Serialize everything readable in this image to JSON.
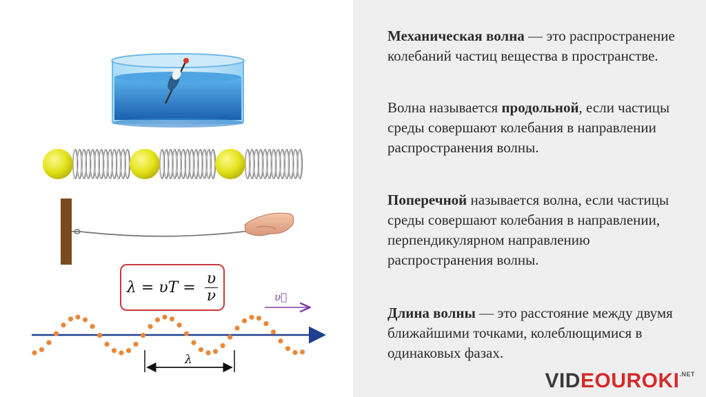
{
  "definitions": {
    "p1": {
      "term": "Механическая волна",
      "rest": " — это распространение колебаний частиц вещества в пространстве."
    },
    "p2": {
      "pre": "Волна называется ",
      "term": "продольной",
      "rest": ", если частицы среды совершают колебания в направлении распространения волны."
    },
    "p3": {
      "term": "Поперечной",
      "rest": " называется волна, если частицы среды совершают колебания в направлении, перпендикулярном направлению распространения волны."
    },
    "p4": {
      "term": "Длина волны",
      "rest": " — это расстояние между двумя ближайшими точками, колеблющимися в одинаковых фазах."
    }
  },
  "formula": {
    "left": "λ = υT = ",
    "numerator": "υ",
    "denominator": "ν"
  },
  "wave_labels": {
    "velocity": "υ⃗",
    "wavelength": "λ"
  },
  "logo": {
    "part1": "VID",
    "part2": "EOUROKI",
    "suffix": ".NET"
  },
  "colors": {
    "panel_bg": "#efefef",
    "formula_border": "#c8383d",
    "ball_yellow": "#e4e21a",
    "dots_orange": "#e8883a",
    "axis_blue": "#1f3f8f",
    "velocity_purple": "#7a3fa0",
    "water_blue": "#1f7ac9",
    "post_brown": "#7a4a20"
  }
}
